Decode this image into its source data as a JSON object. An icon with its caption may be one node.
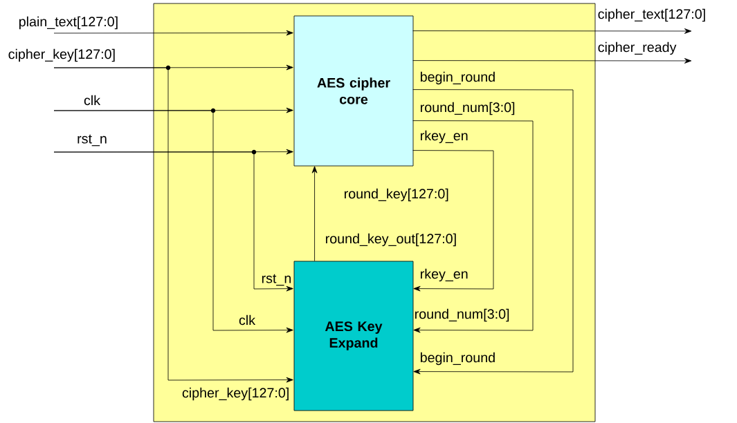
{
  "diagram": {
    "nodes": [
      {
        "text": [],
        "shape": "box"
      },
      {
        "text": [
          "AES cipher core"
        ],
        "in": 0
      },
      {
        "text": [
          "AES Key Expand"
        ],
        "in": 0
      }
    ],
    "edges": [
      {
        "from": null,
        "to": 1,
        "arrow": "to",
        "label": "plain_text[127:0]"
      },
      {
        "from": null,
        "to": 1,
        "arrow": "to",
        "label": "cipher_key[127:0]"
      },
      {
        "from": null,
        "to": 1,
        "arrow": "to",
        "label": "clk"
      },
      {
        "from": null,
        "to": 1,
        "arrow": "to",
        "label": "rst_n"
      },
      {
        "from": 1,
        "to": null,
        "arrow": "to",
        "label": "cipher_text[127:0]"
      },
      {
        "from": 1,
        "to": null,
        "arrow": "to",
        "label": "cipher_ready"
      },
      {
        "from": 1,
        "to": 2,
        "arrow": "to",
        "label": "begin_round"
      },
      {
        "from": 1,
        "to": 2,
        "arrow": "to",
        "label": "round_num[3:0]"
      },
      {
        "from": 1,
        "to": 2,
        "arrow": "to",
        "label": "rkey_en"
      },
      {
        "from": 2,
        "to": 1,
        "arrow": "to",
        "label": "round_key_out[127:0]"
      },
      {
        "from": null,
        "to": 2,
        "arrow": "to",
        "label": "rst_n"
      },
      {
        "from": null,
        "to": 2,
        "arrow": "to",
        "label": "clk"
      },
      {
        "from": null,
        "to": 2,
        "arrow": "to",
        "label": "cipher_key[127:0]"
      }
    ],
    "labels": [
      "begin_round",
      "round_num[3:0]",
      "rkey_en",
      "round_key[127:0]"
    ]
  }
}
